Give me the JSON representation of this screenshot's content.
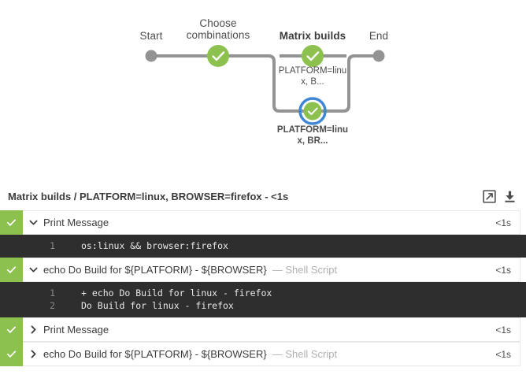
{
  "graph": {
    "stages": [
      {
        "name": "stage-start",
        "label": "Start",
        "bold": false
      },
      {
        "name": "stage-choose-combinations",
        "label": "Choose\ncombinations",
        "bold": false
      },
      {
        "name": "stage-matrix-builds",
        "label": "Matrix builds",
        "bold": true
      },
      {
        "name": "stage-end",
        "label": "End",
        "bold": false
      }
    ],
    "stage_titles": {
      "start": "Start",
      "choose_line1": "Choose",
      "choose_line2": "combinations",
      "matrix_builds": "Matrix builds",
      "end": "End"
    },
    "nodes": [
      {
        "name": "node-start",
        "status": "start-dot",
        "caption": ""
      },
      {
        "name": "node-choose-combinations",
        "status": "success",
        "caption": ""
      },
      {
        "name": "node-matrix-builds-1",
        "status": "success",
        "caption_line1": "PLATFORM=linu",
        "caption_line2": "x, B..."
      },
      {
        "name": "node-matrix-builds-2",
        "status": "success-selected",
        "caption_line1": "PLATFORM=linu",
        "caption_line2": "x, BR..."
      },
      {
        "name": "node-end",
        "status": "end-dot",
        "caption": ""
      }
    ],
    "branch_caption_1_line1": "PLATFORM=linu",
    "branch_caption_1_line2": "x, B...",
    "branch_caption_2_line1": "PLATFORM=linu",
    "branch_caption_2_line2": "x, BR...",
    "colors": {
      "success_green": "#8cc04f",
      "selected_blue": "#3f87d4",
      "edge_gray": "#949393",
      "endpoint_gray": "#949393"
    }
  },
  "log_header": {
    "title": "Matrix builds / PLATFORM=linux, BROWSER=firefox - <1s",
    "actions": [
      {
        "name": "open-external-icon",
        "label": "Open in new window"
      },
      {
        "name": "download-icon",
        "label": "Download logs"
      }
    ]
  },
  "steps": [
    {
      "name": "step-print-message-1",
      "status": "success",
      "status_icon": "check-icon",
      "expanded": true,
      "chevron": "chevron-down-icon",
      "label": "Print Message",
      "type": "",
      "duration": "<1s",
      "console": [
        {
          "lineno": "1",
          "text": "os:linux && browser:firefox"
        }
      ]
    },
    {
      "name": "step-echo-do-build-1",
      "status": "success",
      "status_icon": "check-icon",
      "expanded": true,
      "chevron": "chevron-down-icon",
      "label": "echo Do Build for ${PLATFORM} - ${BROWSER}",
      "type": "— Shell Script",
      "duration": "<1s",
      "console": [
        {
          "lineno": "1",
          "text": "+ echo Do Build for linux - firefox"
        },
        {
          "lineno": "2",
          "text": "Do Build for linux - firefox"
        }
      ]
    },
    {
      "name": "step-print-message-2",
      "status": "success",
      "status_icon": "check-icon",
      "expanded": false,
      "chevron": "chevron-right-icon",
      "label": "Print Message",
      "type": "",
      "duration": "<1s",
      "console": []
    },
    {
      "name": "step-echo-do-build-2",
      "status": "success",
      "status_icon": "check-icon",
      "expanded": false,
      "chevron": "chevron-right-icon",
      "label": "echo Do Build for ${PLATFORM} - ${BROWSER}",
      "type": "— Shell Script",
      "duration": "<1s",
      "console": []
    }
  ]
}
